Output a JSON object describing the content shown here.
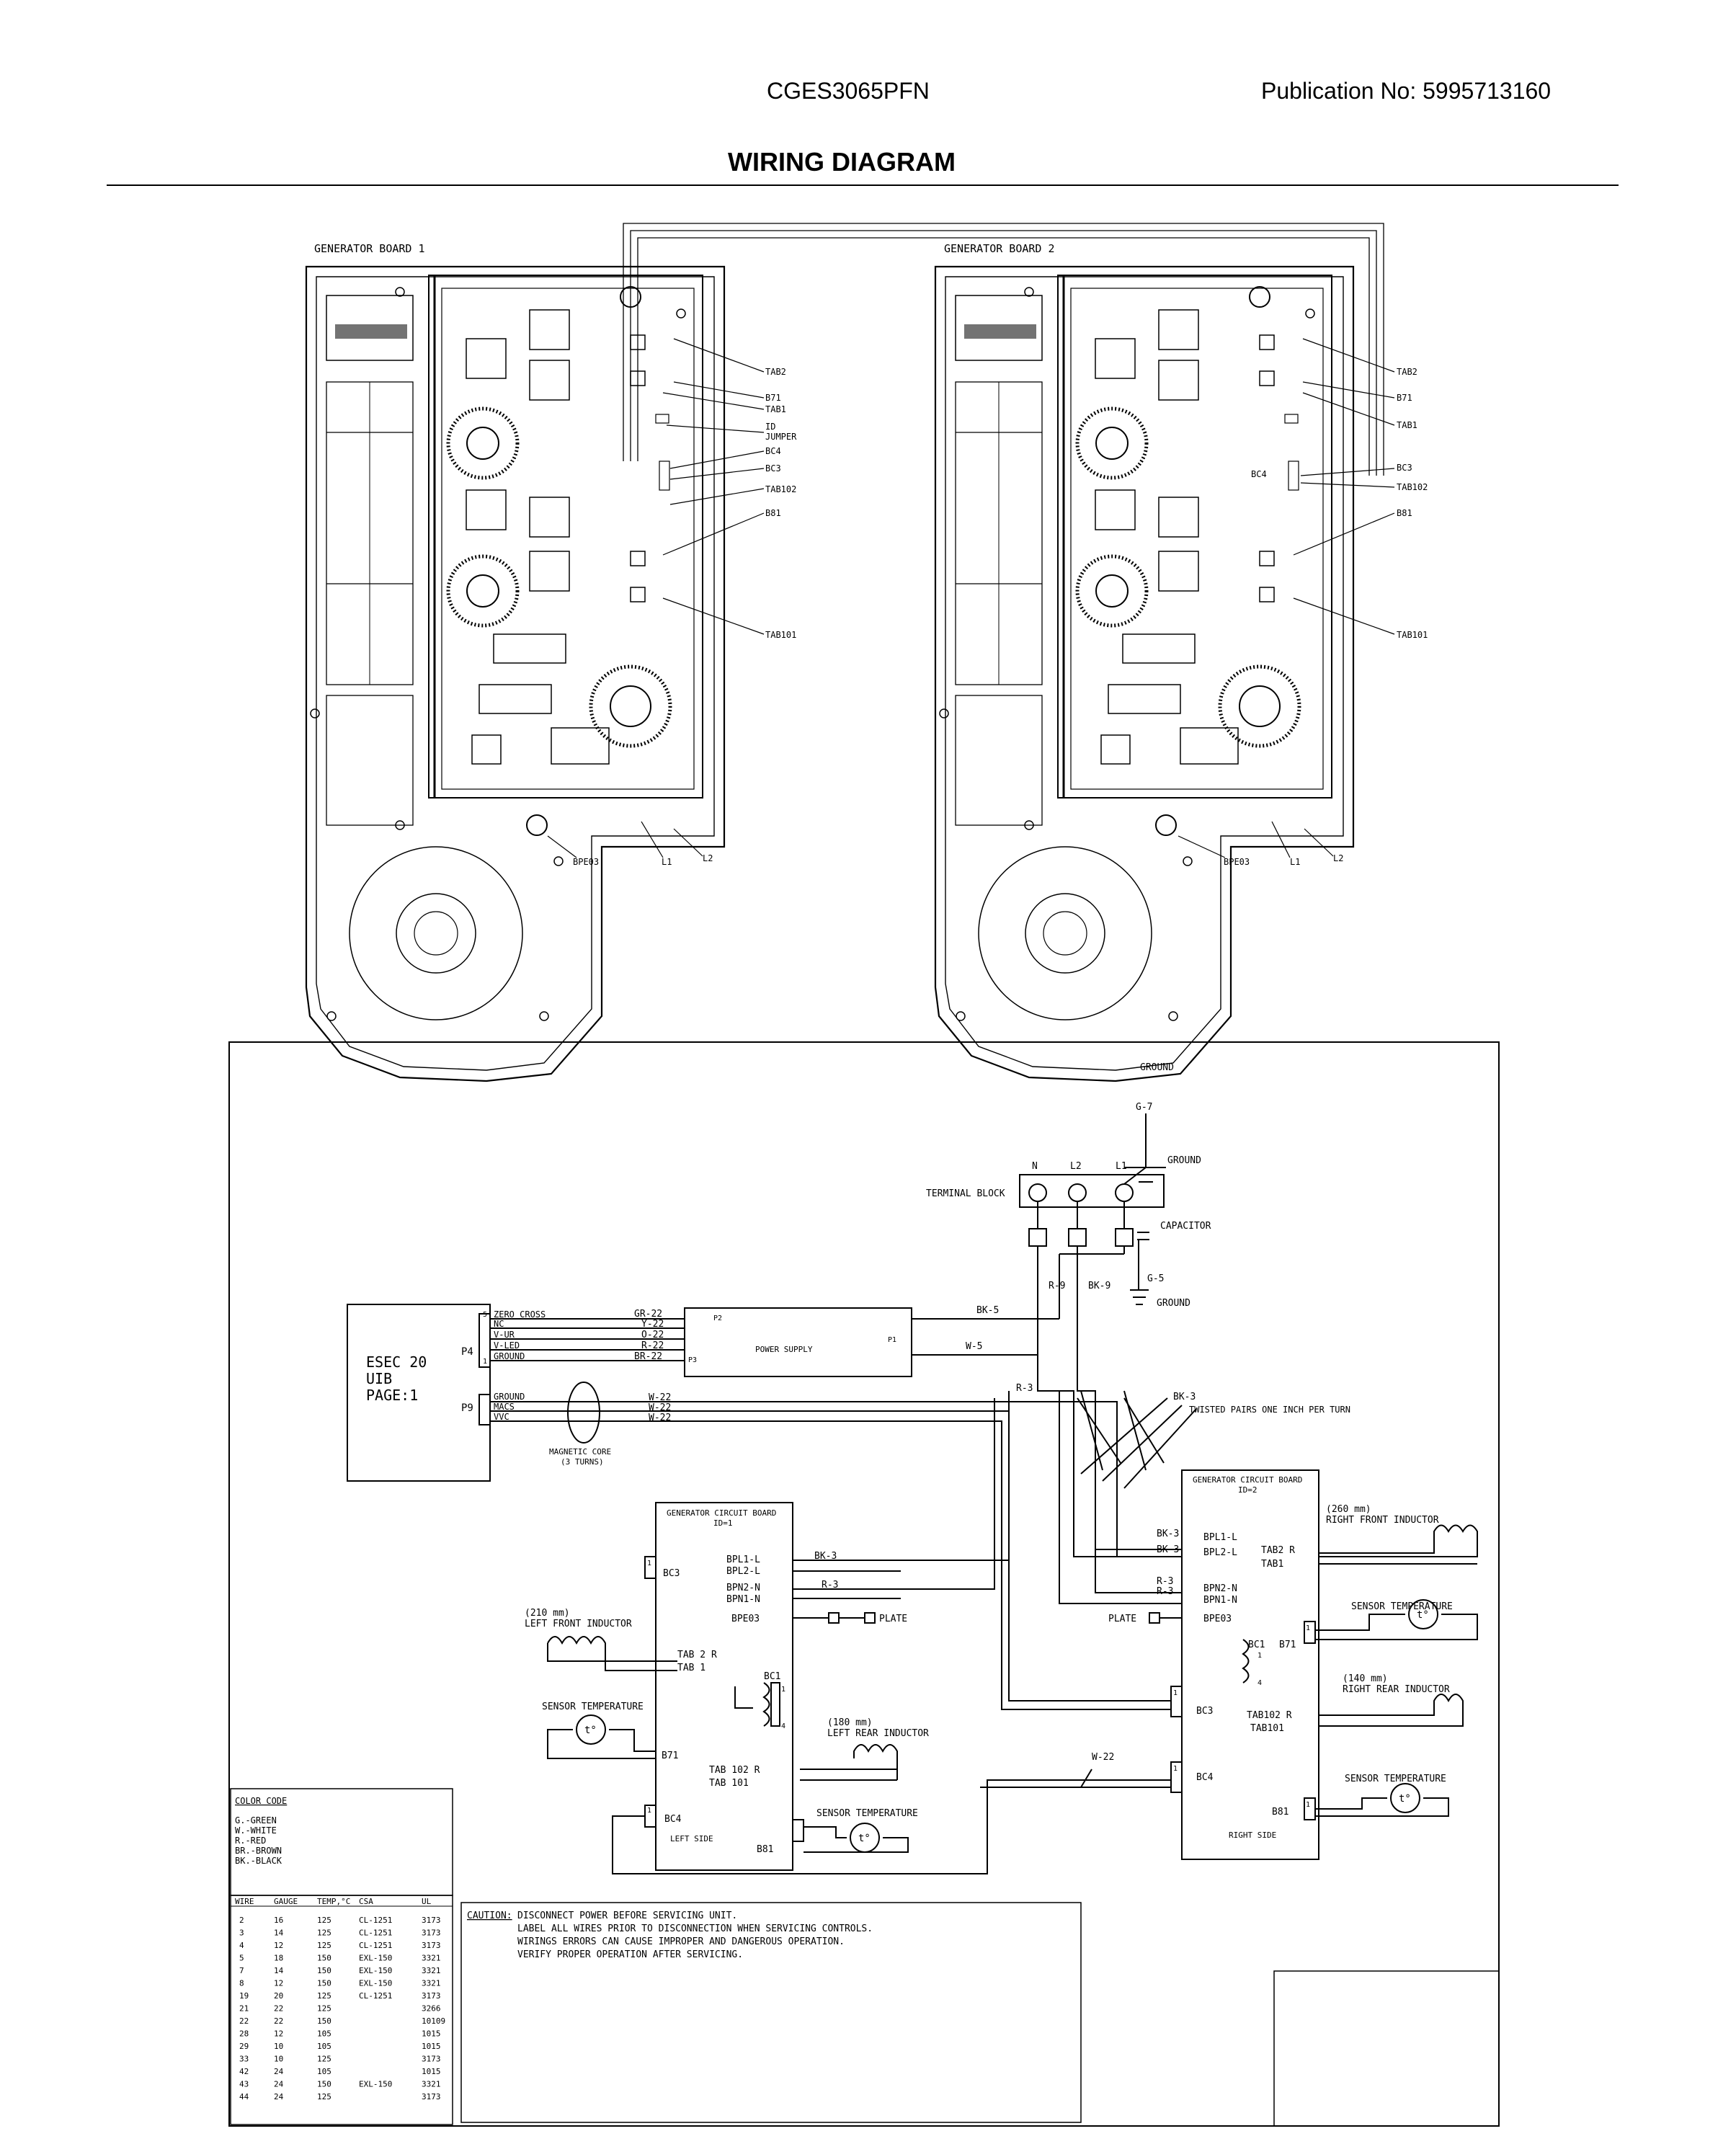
{
  "header": {
    "model": "CGES3065PFN",
    "publication": "Publication No:  5995713160",
    "title": "WIRING DIAGRAM"
  },
  "boards": {
    "board1_title": "GENERATOR BOARD 1",
    "board2_title": "GENERATOR BOARD 2",
    "tab2": "TAB2",
    "b71": "B71",
    "tab1": "TAB1",
    "id": "ID",
    "jumper": "JUMPER",
    "bc4": "BC4",
    "bc3": "BC3",
    "tab102": "TAB102",
    "b81": "B81",
    "tab101": "TAB101",
    "bpe03": "BPE03",
    "l1": "L1",
    "l2": "L2"
  },
  "schematic": {
    "ground_top": "GROUND",
    "g7": "G-7",
    "ground_right": "GROUND",
    "n": "N",
    "l2": "L2",
    "l1": "L1",
    "terminal_block": "TERMINAL BLOCK",
    "capacitor": "CAPACITOR",
    "g5": "G-5",
    "ground_cap": "GROUND",
    "r9": "R-9",
    "bk9": "BK-9",
    "bk5": "BK-5",
    "w5": "W-5",
    "power_supply": "POWER SUPPLY",
    "p2": "P2",
    "p1": "P1",
    "p3": "P3",
    "gr22": "GR-22",
    "y22": "Y-22",
    "o22": "O-22",
    "r22": "R-22",
    "br22": "BR-22",
    "uib_line1": "ESEC 20",
    "uib_line2": "UIB",
    "uib_line3": "PAGE:1",
    "p4": "P4",
    "p9": "P9",
    "zero_cross": "ZERO CROSS",
    "nc": "NC",
    "vur": "V-UR",
    "vled": "V-LED",
    "ground_p4": "GROUND",
    "ground_p9": "GROUND",
    "macs": "MACS",
    "vvc": "VVC",
    "w22": "W-22",
    "magnetic_core": "MAGNETIC CORE",
    "three_turns": "(3 TURNS)",
    "r3": "R-3",
    "bk3": "BK-3",
    "twisted": "TWISTED PAIRS ONE INCH PER TURN",
    "gcb_left_title": "GENERATOR CIRCUIT BOARD",
    "gcb_left_id": "ID=1",
    "gcb_right_title": "GENERATOR CIRCUIT BOARD",
    "gcb_right_id": "ID=2",
    "bpl1l": "BPL1-L",
    "bpl2l": "BPL2-L",
    "bpn2n": "BPN2-N",
    "bpn1n": "BPN1-N",
    "bpe03": "BPE03",
    "plate": "PLATE",
    "bc3": "BC3",
    "bc4": "BC4",
    "bc1": "BC1",
    "b71": "B71",
    "b81": "B81",
    "tab2r": "TAB 2 R",
    "tab1": "TAB 1",
    "tab102r": "TAB 102 R",
    "tab101": "TAB 101",
    "tab2r_right": "TAB2 R",
    "tab1_right": "TAB1",
    "tab102r_right": "TAB102 R",
    "tab101_right": "TAB101",
    "left_side": "LEFT SIDE",
    "right_side": "RIGHT SIDE",
    "lf_size": "(210 mm)",
    "lf_name": "LEFT FRONT INDUCTOR",
    "lr_size": "(180 mm)",
    "lr_name": "LEFT REAR INDUCTOR",
    "rf_size": "(260 mm)",
    "rf_name": "RIGHT FRONT INDUCTOR",
    "rr_size": "(140 mm)",
    "rr_name": "RIGHT REAR INDUCTOR",
    "sensor_temp": "SENSOR TEMPERATURE",
    "t_symbol": "t°",
    "pin1": "1",
    "pin4": "4",
    "pin5": "5"
  },
  "color_code": {
    "title": "COLOR CODE",
    "entries": [
      "G.-GREEN",
      "W.-WHITE",
      "R.-RED",
      "BR.-BROWN",
      "BK.-BLACK"
    ]
  },
  "wire_table": {
    "headers": [
      "WIRE",
      "GAUGE",
      "TEMP,°C",
      "CSA",
      "UL"
    ],
    "rows": [
      [
        "2",
        "16",
        "125",
        "CL-1251",
        "3173"
      ],
      [
        "3",
        "14",
        "125",
        "CL-1251",
        "3173"
      ],
      [
        "4",
        "12",
        "125",
        "CL-1251",
        "3173"
      ],
      [
        "5",
        "18",
        "150",
        "EXL-150",
        "3321"
      ],
      [
        "7",
        "14",
        "150",
        "EXL-150",
        "3321"
      ],
      [
        "8",
        "12",
        "150",
        "EXL-150",
        "3321"
      ],
      [
        "19",
        "20",
        "125",
        "CL-1251",
        "3173"
      ],
      [
        "21",
        "22",
        "125",
        "",
        "3266"
      ],
      [
        "22",
        "22",
        "150",
        "",
        "10109"
      ],
      [
        "28",
        "12",
        "105",
        "",
        "1015"
      ],
      [
        "29",
        "10",
        "105",
        "",
        "1015"
      ],
      [
        "33",
        "10",
        "125",
        "",
        "3173"
      ],
      [
        "42",
        "24",
        "105",
        "",
        "1015"
      ],
      [
        "43",
        "24",
        "150",
        "EXL-150",
        "3321"
      ],
      [
        "44",
        "24",
        "125",
        "",
        "3173"
      ]
    ]
  },
  "caution": {
    "label": "CAUTION:",
    "line1": "DISCONNECT POWER BEFORE SERVICING UNIT.",
    "line2": "LABEL ALL WIRES PRIOR TO DISCONNECTION WHEN SERVICING CONTROLS.",
    "line3": "WIRINGS ERRORS CAN CAUSE IMPROPER AND DANGEROUS OPERATION.",
    "line4": "VERIFY PROPER OPERATION AFTER SERVICING."
  }
}
